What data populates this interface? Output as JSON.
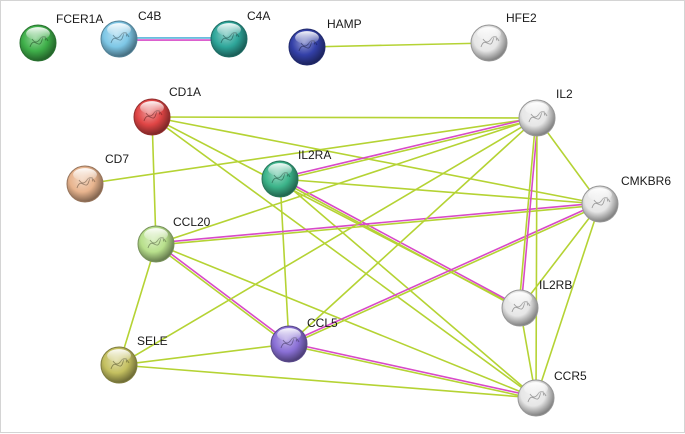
{
  "network": {
    "nodes": [
      {
        "id": "FCER1A",
        "label": "FCER1A",
        "color": "#3fb04a"
      },
      {
        "id": "C4B",
        "label": "C4B",
        "color": "#7ec7e6"
      },
      {
        "id": "C4A",
        "label": "C4A",
        "color": "#2ea69a"
      },
      {
        "id": "HAMP",
        "label": "HAMP",
        "color": "#3340a8"
      },
      {
        "id": "HFE2",
        "label": "HFE2",
        "color": "#e6e6e6"
      },
      {
        "id": "CD1A",
        "label": "CD1A",
        "color": "#e04545"
      },
      {
        "id": "IL2",
        "label": "IL2",
        "color": "#e6e6e6"
      },
      {
        "id": "CD7",
        "label": "CD7",
        "color": "#e8b48e"
      },
      {
        "id": "IL2RA",
        "label": "IL2RA",
        "color": "#3cb48a"
      },
      {
        "id": "CMKBR6",
        "label": "CMKBR6",
        "color": "#e6e6e6"
      },
      {
        "id": "CCL20",
        "label": "CCL20",
        "color": "#b8e08c"
      },
      {
        "id": "IL2RB",
        "label": "IL2RB",
        "color": "#e6e6e6"
      },
      {
        "id": "SELE",
        "label": "SELE",
        "color": "#c4c060"
      },
      {
        "id": "CCL5",
        "label": "CCL5",
        "color": "#8a70d6"
      },
      {
        "id": "CCR5",
        "label": "CCR5",
        "color": "#e6e6e6"
      }
    ],
    "edges": [
      {
        "a": "C4B",
        "b": "C4A",
        "kinds": [
          "db",
          "exp"
        ]
      },
      {
        "a": "HAMP",
        "b": "HFE2",
        "kinds": [
          "tm"
        ]
      },
      {
        "a": "CD1A",
        "b": "IL2",
        "kinds": [
          "tm"
        ]
      },
      {
        "a": "CD1A",
        "b": "CMKBR6",
        "kinds": [
          "tm"
        ]
      },
      {
        "a": "CD1A",
        "b": "CCL20",
        "kinds": [
          "tm"
        ]
      },
      {
        "a": "CD1A",
        "b": "IL2RB",
        "kinds": [
          "tm"
        ]
      },
      {
        "a": "CD1A",
        "b": "CCR5",
        "kinds": [
          "tm"
        ]
      },
      {
        "a": "CD7",
        "b": "IL2",
        "kinds": [
          "tm"
        ]
      },
      {
        "a": "IL2RA",
        "b": "IL2",
        "kinds": [
          "exp",
          "tm"
        ]
      },
      {
        "a": "IL2RA",
        "b": "IL2RB",
        "kinds": [
          "exp",
          "tm"
        ]
      },
      {
        "a": "IL2RA",
        "b": "CCL5",
        "kinds": [
          "tm"
        ]
      },
      {
        "a": "IL2RA",
        "b": "CCR5",
        "kinds": [
          "tm"
        ]
      },
      {
        "a": "IL2RA",
        "b": "CMKBR6",
        "kinds": [
          "tm"
        ]
      },
      {
        "a": "CCL20",
        "b": "IL2",
        "kinds": [
          "tm"
        ]
      },
      {
        "a": "CCL20",
        "b": "CMKBR6",
        "kinds": [
          "exp",
          "tm"
        ]
      },
      {
        "a": "CCL20",
        "b": "CCL5",
        "kinds": [
          "exp",
          "tm"
        ]
      },
      {
        "a": "CCL20",
        "b": "CCR5",
        "kinds": [
          "tm"
        ]
      },
      {
        "a": "CCL20",
        "b": "SELE",
        "kinds": [
          "tm"
        ]
      },
      {
        "a": "SELE",
        "b": "IL2",
        "kinds": [
          "tm"
        ]
      },
      {
        "a": "SELE",
        "b": "CCL5",
        "kinds": [
          "tm"
        ]
      },
      {
        "a": "SELE",
        "b": "CCR5",
        "kinds": [
          "tm"
        ]
      },
      {
        "a": "CCL5",
        "b": "CMKBR6",
        "kinds": [
          "exp",
          "tm"
        ]
      },
      {
        "a": "CCL5",
        "b": "IL2",
        "kinds": [
          "tm"
        ]
      },
      {
        "a": "CCL5",
        "b": "CCR5",
        "kinds": [
          "exp",
          "tm"
        ]
      },
      {
        "a": "IL2",
        "b": "IL2RB",
        "kinds": [
          "exp",
          "tm"
        ]
      },
      {
        "a": "IL2",
        "b": "CMKBR6",
        "kinds": [
          "tm"
        ]
      },
      {
        "a": "IL2",
        "b": "CCR5",
        "kinds": [
          "tm"
        ]
      },
      {
        "a": "IL2RB",
        "b": "CMKBR6",
        "kinds": [
          "tm"
        ]
      },
      {
        "a": "CMKBR6",
        "b": "CCR5",
        "kinds": [
          "tm"
        ]
      },
      {
        "a": "IL2RB",
        "b": "CCR5",
        "kinds": [
          "tm"
        ]
      }
    ],
    "edge_colors": {
      "tm": "#b5d334",
      "exp": "#d84ac8",
      "db": "#56b4d9"
    }
  }
}
